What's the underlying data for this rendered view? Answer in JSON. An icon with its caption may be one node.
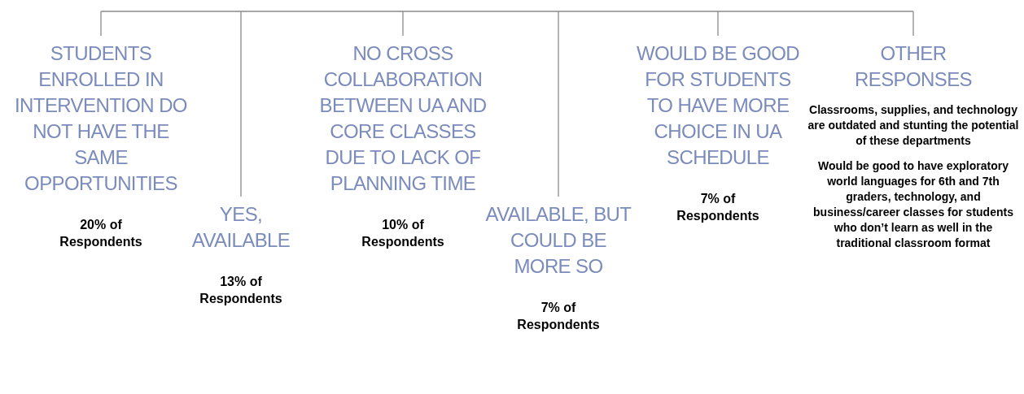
{
  "diagram": {
    "nodes": [
      {
        "text": [
          "STUDENTS ENROLLED IN INTERVENTION DO NOT HAVE THE SAME OPPORTUNITIES",
          "20% of Respondents"
        ]
      },
      {
        "text": [
          "YES, AVAILABLE",
          "13% of Respondents"
        ]
      },
      {
        "text": [
          "NO CROSS COLLABORATION BETWEEN UA AND CORE CLASSES DUE TO LACK OF PLANNING TIME",
          "10% of Respondents"
        ]
      },
      {
        "text": [
          "AVAILABLE, BUT COULD BE MORE SO",
          "7% of Respondents"
        ]
      },
      {
        "text": [
          "WOULD BE GOOD FOR STUDENTS TO HAVE MORE CHOICE IN UA SCHEDULE",
          "7% of Respondents"
        ]
      },
      {
        "text": [
          "OTHER RESPONSES",
          "Classrooms, supplies, and technology are outdated and stunting the potential of these departments",
          "Would be good to have exploratory world languages for 6th and 7th graders, technology, and business/career classes for students who don’t learn as well in the traditional classroom format"
        ]
      }
    ],
    "edges": [
      {
        "from": null,
        "to": 0,
        "arrow": "none"
      },
      {
        "from": null,
        "to": 1,
        "arrow": "none"
      },
      {
        "from": null,
        "to": 2,
        "arrow": "none"
      },
      {
        "from": null,
        "to": 3,
        "arrow": "none"
      },
      {
        "from": null,
        "to": 4,
        "arrow": "none"
      },
      {
        "from": null,
        "to": 5,
        "arrow": "none"
      }
    ]
  }
}
